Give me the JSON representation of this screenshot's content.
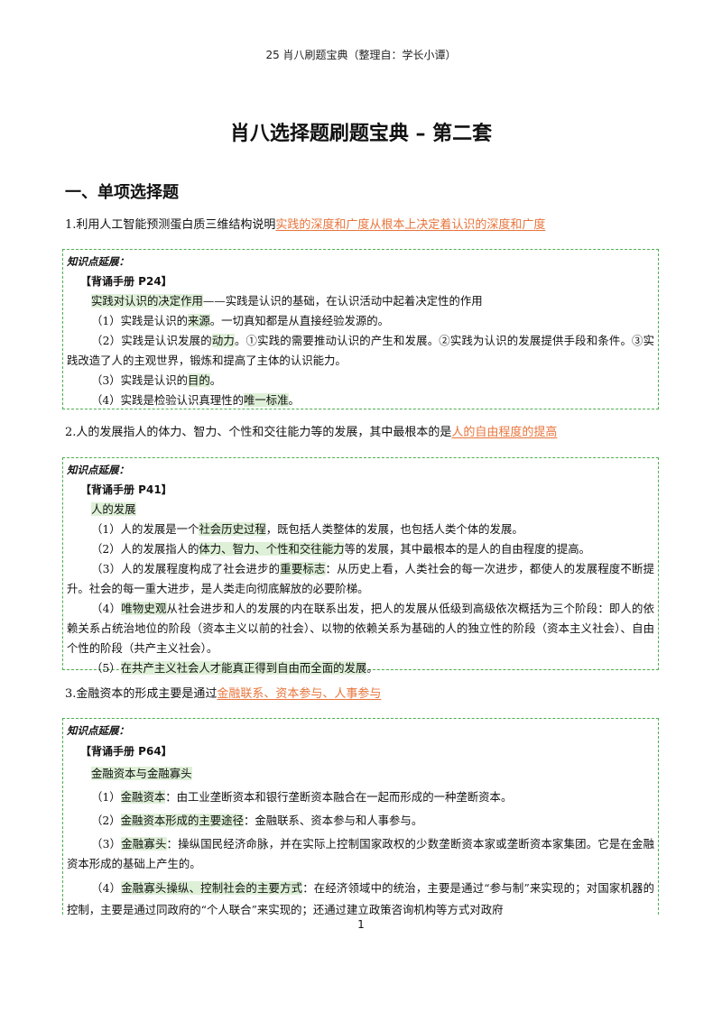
{
  "header": {
    "text": "25 肖八刷题宝典（整理自：学长小谭）"
  },
  "title": "肖八选择题刷题宝典 – 第二套",
  "section": "一、单项选择题",
  "knowledge_label": "知识点延展：",
  "questions": [
    {
      "stem": "1.利用人工智能预测蛋白质三维结构说明",
      "answer": "实践的深度和广度从根本上决定着认识的深度和广度",
      "ref": "【背诵手册 P24】",
      "topic": "实践对认识的决定作用",
      "topic_tail": "——实践是认识的基础，在认识活动中起着决定性的作用",
      "items": [
        {
          "a": "（1）实践是认识的",
          "h": "来源",
          "b": "。一切真知都是从直接经验发源的。"
        },
        {
          "a": "（2）实践是认识发展的",
          "h": "动力",
          "b": "。①实践的需要推动认识的产生和发展。②实践为认识的发展提供手段和条件。③实践改造了人的主观世界，锻炼和提高了主体的认识能力。"
        },
        {
          "a": "（3）实践是认识的",
          "h": "目的",
          "b": "。"
        },
        {
          "a": "（4）实践是检验认识真理性的",
          "h": "唯一标准",
          "b": "。"
        }
      ]
    },
    {
      "stem": "2.人的发展指人的体力、智力、个性和交往能力等的发展，其中最根本的是",
      "answer": "人的自由程度的提高",
      "ref": "【背诵手册 P41】",
      "topic": "人的发展",
      "items": [
        {
          "a": "（1）人的发展是一个",
          "h": "社会历史过程",
          "b": "，既包括人类整体的发展，也包括人类个体的发展。"
        },
        {
          "a": "（2）人的发展指人的",
          "h": "体力、智力、个性和交往能力",
          "b": "等的发展，其中最根本的是人的自由程度的提高。"
        },
        {
          "a": "（3）人的发展程度构成了社会进步的",
          "h": "重要标志",
          "b": "：从历史上看，人类社会的每一次进步，都使人的发展程度不断提升。社会的每一重大进步，是人类走向彻底解放的必要阶梯。"
        },
        {
          "a": "（4）",
          "h": "唯物史观",
          "b": "从社会进步和人的发展的内在联系出发，把人的发展从低级到高级依次概括为三个阶段：即人的依赖关系占统治地位的阶段（资本主义以前的社会）、以物的依赖关系为基础的人的独立性的阶段（资本主义社会）、自由个性的阶段（共产主义社会）。"
        },
        {
          "a": "（5）",
          "h": "在共产主义社会人才能真正得到自由而全面的发展",
          "b": "。"
        }
      ]
    },
    {
      "stem": "3.金融资本的形成主要是通过",
      "answer": "金融联系、资本参与、人事参与",
      "ref": "【背诵手册 P64】",
      "topic": "金融资本与金融寡头",
      "items": [
        {
          "a": "（1）",
          "h": "金融资本",
          "b": "：由工业垄断资本和银行垄断资本融合在一起而形成的一种垄断资本。"
        },
        {
          "a": "（2）",
          "h": "金融资本形成的主要途径",
          "b": "：金融联系、资本参与和人事参与。"
        },
        {
          "a": "（3）",
          "h": "金融寡头",
          "b": "：操纵国民经济命脉，并在实际上控制国家政权的少数垄断资本家或垄断资本家集团。它是在金融资本形成的基础上产生的。"
        },
        {
          "a": "（4）",
          "h": "金融寡头操纵、控制社会的主要方式",
          "b": "：在经济领域中的统治，主要是通过“参与制”来实现的；对国家机器的控制，主要是通过同政府的“个人联合”来实现的；还通过建立政策咨询机构等方式对政府"
        }
      ]
    }
  ],
  "page_number": "1"
}
